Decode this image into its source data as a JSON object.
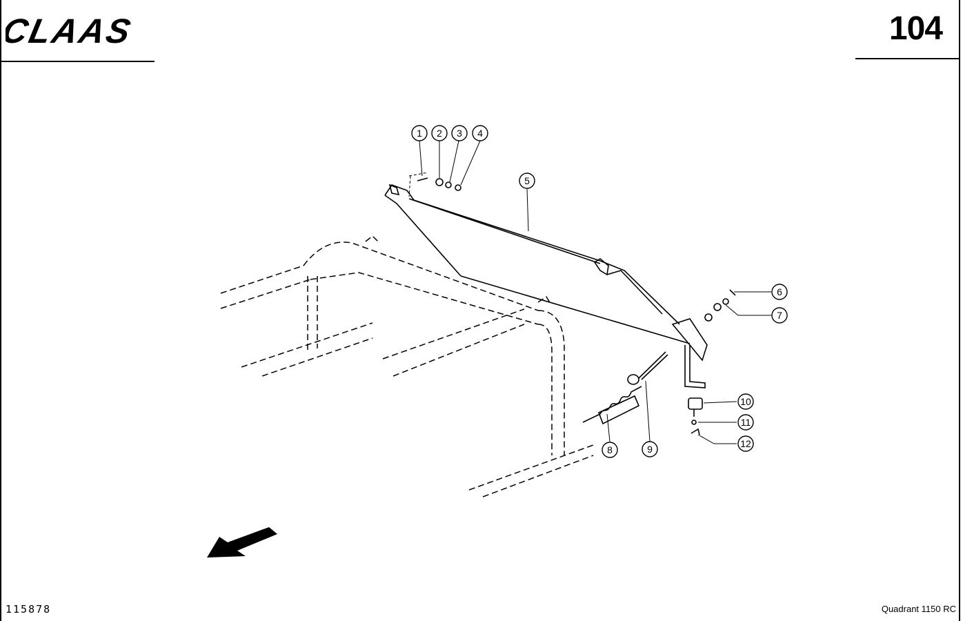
{
  "header": {
    "brand": "CLAAS",
    "page_number": "104"
  },
  "footer": {
    "drawing_number": "115878",
    "model": "Quadrant 1150 RC"
  },
  "callouts": [
    "1",
    "2",
    "3",
    "4",
    "5",
    "6",
    "7",
    "8",
    "9",
    "10",
    "11",
    "12"
  ]
}
